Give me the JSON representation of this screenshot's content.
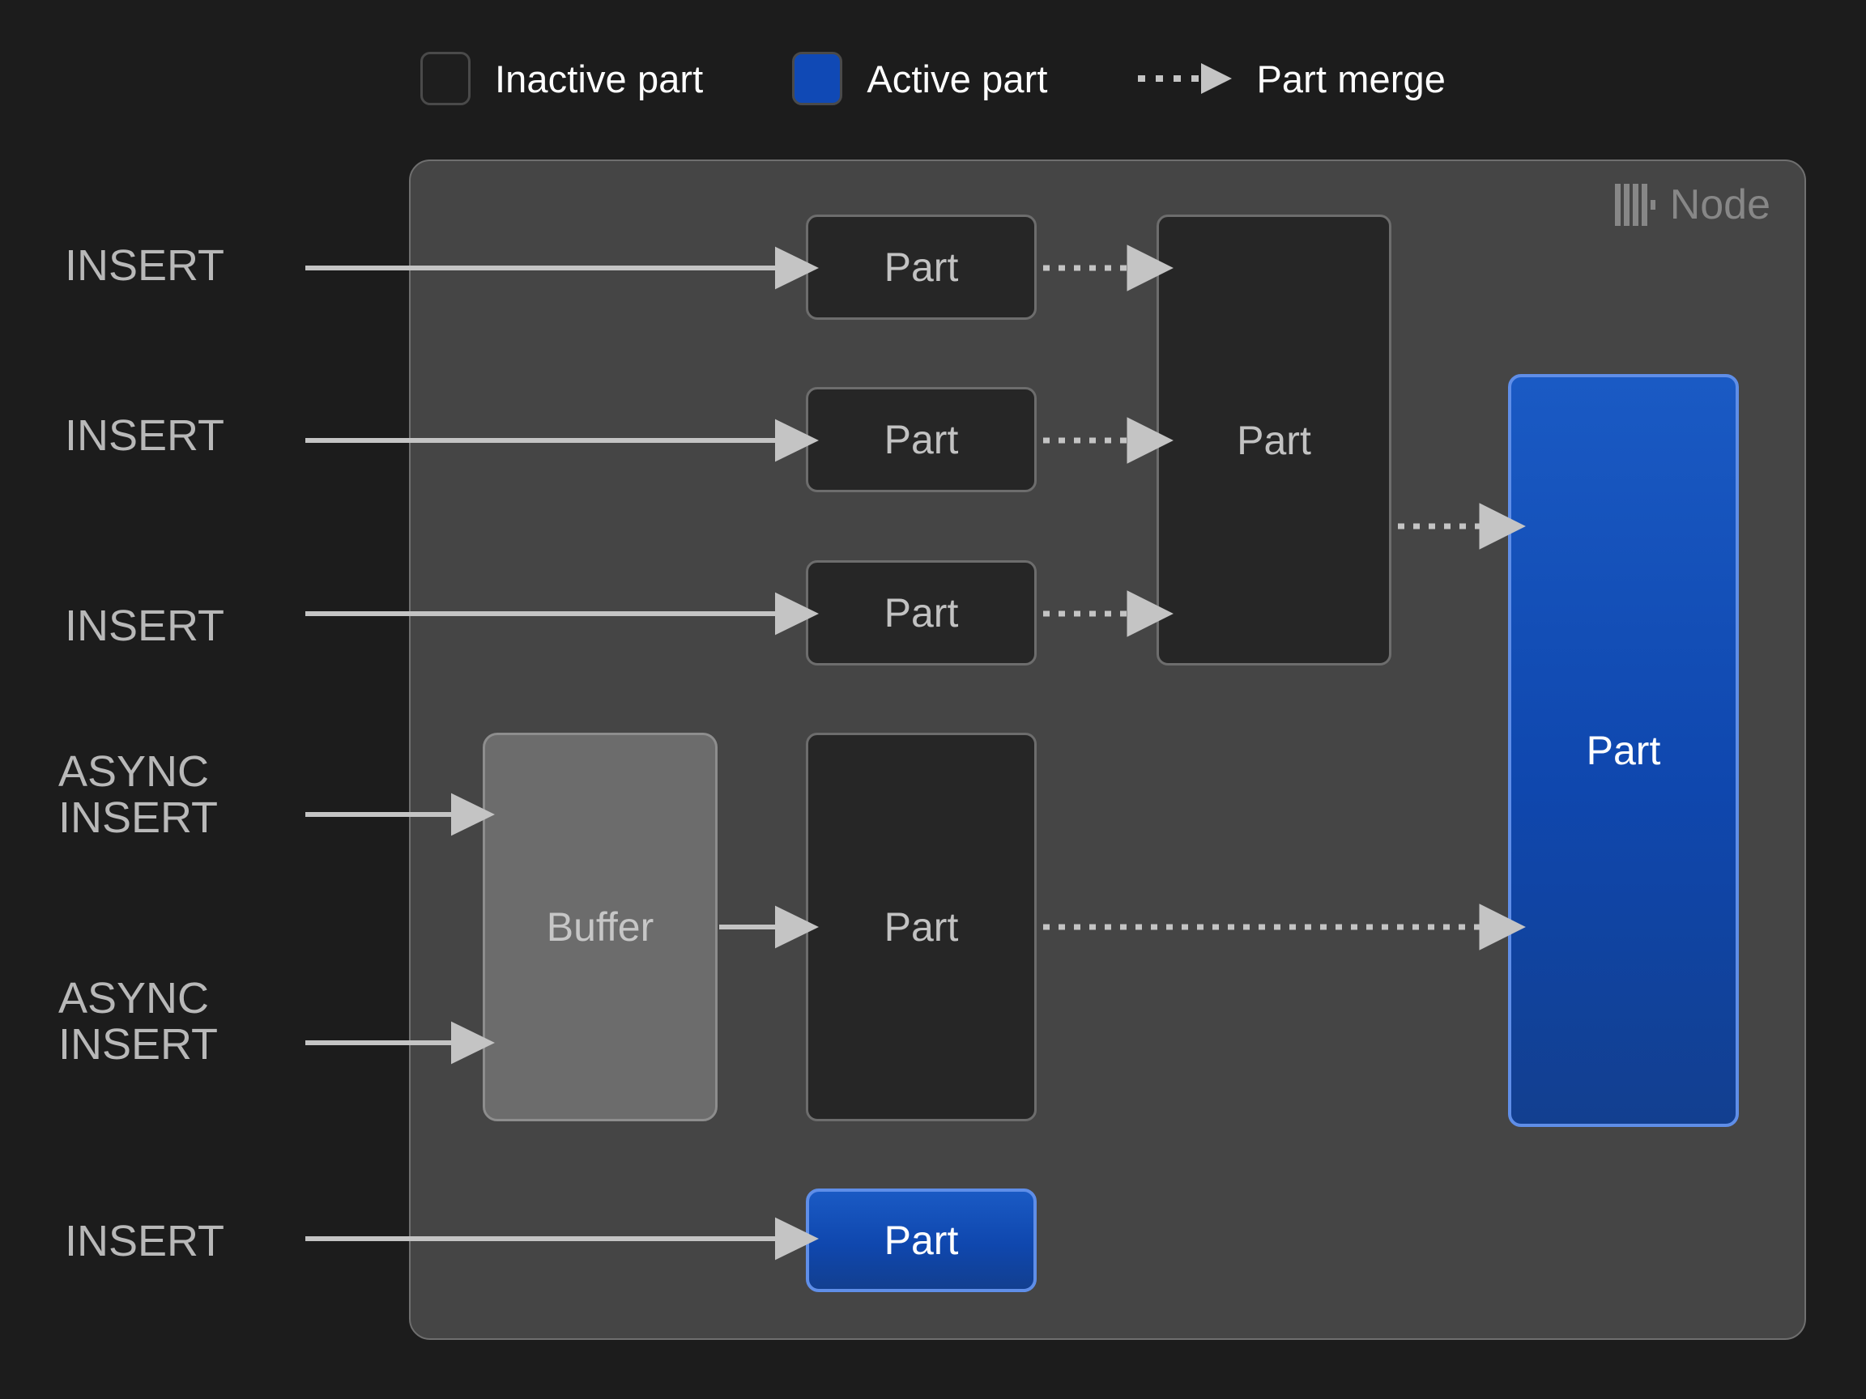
{
  "legend": {
    "items": [
      {
        "icon": "inactive-part-swatch",
        "label": "Inactive part"
      },
      {
        "icon": "active-part-swatch",
        "label": "Active part"
      },
      {
        "icon": "part-merge-arrow-icon",
        "label": "Part merge"
      }
    ]
  },
  "node": {
    "badge_label": "Node",
    "logo_icon": "clickhouse-logo-icon"
  },
  "inputs": [
    {
      "label": "INSERT"
    },
    {
      "label": "INSERT"
    },
    {
      "label": "INSERT"
    },
    {
      "label": "ASYNC\nINSERT"
    },
    {
      "label": "ASYNC\nINSERT"
    },
    {
      "label": "INSERT"
    }
  ],
  "boxes": {
    "part_1": {
      "label": "Part",
      "state": "inactive"
    },
    "part_2": {
      "label": "Part",
      "state": "inactive"
    },
    "part_3": {
      "label": "Part",
      "state": "inactive"
    },
    "merged_part": {
      "label": "Part",
      "state": "inactive"
    },
    "buffer": {
      "label": "Buffer",
      "state": "buffer"
    },
    "buffer_part": {
      "label": "Part",
      "state": "inactive"
    },
    "final_part": {
      "label": "Part",
      "state": "active"
    },
    "insert_part": {
      "label": "Part",
      "state": "active"
    }
  },
  "colors": {
    "background": "#1c1c1c",
    "node_panel_fill": "#454545",
    "node_panel_border": "#6f6f6f",
    "inactive_part_fill": "#262626",
    "inactive_part_border": "#6d6d6d",
    "active_part_fill": "#1049b5",
    "active_part_border": "#5f8ee8",
    "buffer_fill": "#6c6c6c",
    "buffer_border": "#8d8d8d",
    "arrow": "#c4c4c4",
    "label_text": "#b8b8b8",
    "legend_text": "#ffffff",
    "node_badge_text": "#878787"
  }
}
